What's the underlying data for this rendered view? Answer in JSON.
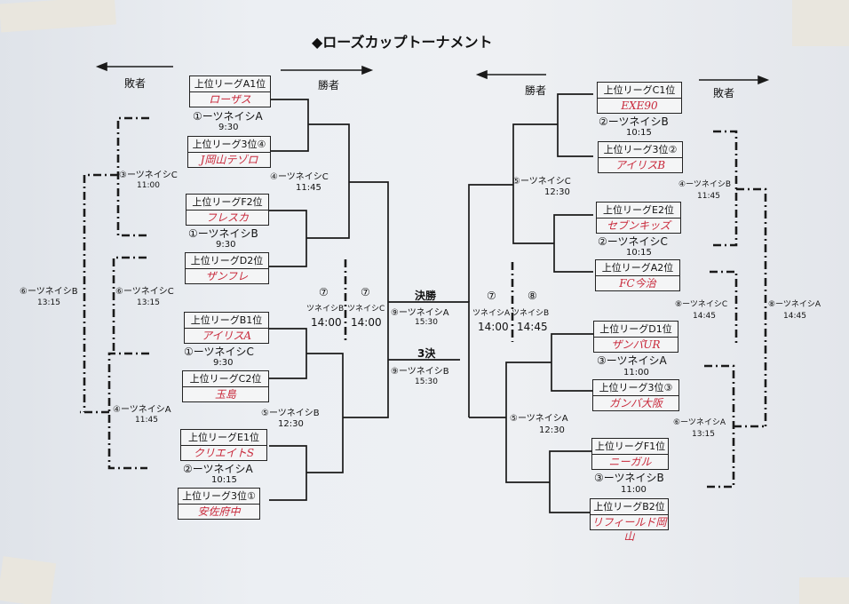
{
  "title": "◆ローズカップトーナメント",
  "direction": {
    "left_loser": "敗者",
    "left_winner": "勝者",
    "right_winner": "勝者",
    "right_loser": "敗者"
  },
  "teams": {
    "l1": {
      "seed": "上位リーグA1位",
      "name": "ローザス"
    },
    "l2": {
      "seed": "上位リーグ3位④",
      "name": "J岡山テゾロ"
    },
    "l3": {
      "seed": "上位リーグF2位",
      "name": "フレスカ"
    },
    "l4": {
      "seed": "上位リーグD2位",
      "name": "ザンフレ"
    },
    "l5": {
      "seed": "上位リーグB1位",
      "name": "アイリスA"
    },
    "l6": {
      "seed": "上位リーグC2位",
      "name": "玉島"
    },
    "l7": {
      "seed": "上位リーグE1位",
      "name": "クリエイトS"
    },
    "l8": {
      "seed": "上位リーグ3位①",
      "name": "安佐府中"
    },
    "r1": {
      "seed": "上位リーグC1位",
      "name": "EXE90"
    },
    "r2": {
      "seed": "上位リーグ3位②",
      "name": "アイリスB"
    },
    "r3": {
      "seed": "上位リーグE2位",
      "name": "セブンキッズ"
    },
    "r4": {
      "seed": "上位リーグA2位",
      "name": "FC今治"
    },
    "r5": {
      "seed": "上位リーグD1位",
      "name": "ザンパUR"
    },
    "r6": {
      "seed": "上位リーグ3位③",
      "name": "ガンバ大阪"
    },
    "r7": {
      "seed": "上位リーグF1位",
      "name": "ニーガル"
    },
    "r8": {
      "seed": "上位リーグB2位",
      "name": "リフィールド岡山"
    }
  },
  "matches": {
    "lm1": {
      "venue": "①ーツネイシA",
      "time": "9:30"
    },
    "lm2": {
      "venue": "①ーツネイシB",
      "time": "9:30"
    },
    "lm3": {
      "venue": "①ーツネイシC",
      "time": "9:30"
    },
    "lm4": {
      "venue": "②ーツネイシA",
      "time": "10:15"
    },
    "lq1": {
      "venue": "④ーツネイシC",
      "time": "11:45"
    },
    "lq2": {
      "venue": "⑤ーツネイシB",
      "time": "12:30"
    },
    "ls1": {
      "num": "⑦",
      "venue": "ツネイシB",
      "time": "14:00"
    },
    "ls2": {
      "num": "⑦",
      "venue": "ツネイシC",
      "time": "14:00"
    },
    "rm1": {
      "venue": "②ーツネイシB",
      "time": "10:15"
    },
    "rm2": {
      "venue": "②ーツネイシC",
      "time": "10:15"
    },
    "rm3": {
      "venue": "③ーツネイシA",
      "time": "11:00"
    },
    "rm4": {
      "venue": "③ーツネイシB",
      "time": "11:00"
    },
    "rq1": {
      "venue": "⑤ーツネイシC",
      "time": "12:30"
    },
    "rq2": {
      "venue": "⑤ーツネイシA",
      "time": "12:30"
    },
    "rs1": {
      "num": "⑦",
      "venue": "ツネイシA",
      "time": "14:00"
    },
    "rs2": {
      "num": "⑧",
      "venue": "ツネイシB",
      "time": "14:45"
    },
    "final": {
      "label": "決勝",
      "venue": "⑨ーツネイシA",
      "time": "15:30"
    },
    "third": {
      "label": "3決",
      "venue": "⑨ーツネイシB",
      "time": "15:30"
    },
    "ll1": {
      "venue": "③ーツネイシC",
      "time": "11:00"
    },
    "ll2": {
      "venue": "⑥ーツネイシC",
      "time": "13:15"
    },
    "ll3": {
      "venue": "④ーツネイシA",
      "time": "11:45"
    },
    "ll4": {
      "venue": "⑥ーツネイシB",
      "time": "13:15"
    },
    "rl1": {
      "venue": "④ーツネイシB",
      "time": "11:45"
    },
    "rl2": {
      "venue": "⑧ーツネイシC",
      "time": "14:45"
    },
    "rl3": {
      "venue": "⑥ーツネイシA",
      "time": "13:15"
    },
    "rl4": {
      "venue": "⑧ーツネイシA",
      "time": "14:45"
    }
  }
}
